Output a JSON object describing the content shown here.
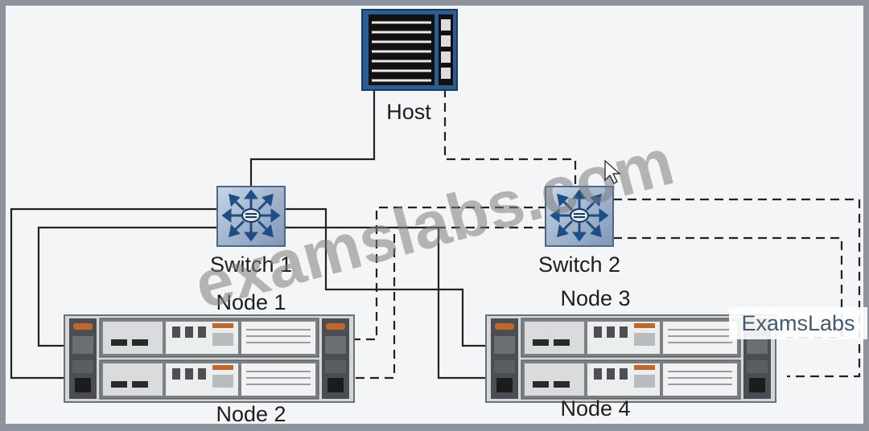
{
  "diagram": {
    "host_label": "Host",
    "switch1_label": "Switch 1",
    "switch2_label": "Switch 2",
    "node1_label": "Node 1",
    "node2_label": "Node 2",
    "node3_label": "Node 3",
    "node4_label": "Node 4"
  },
  "watermark": {
    "text": "examslabs.com",
    "badge": "ExamsLabs"
  },
  "colors": {
    "frame": "#8d939c",
    "background": "#f4f5f6",
    "cable": "#222222",
    "host_blue": "#2a5d92",
    "switch_fill": "#9fb4cf"
  }
}
